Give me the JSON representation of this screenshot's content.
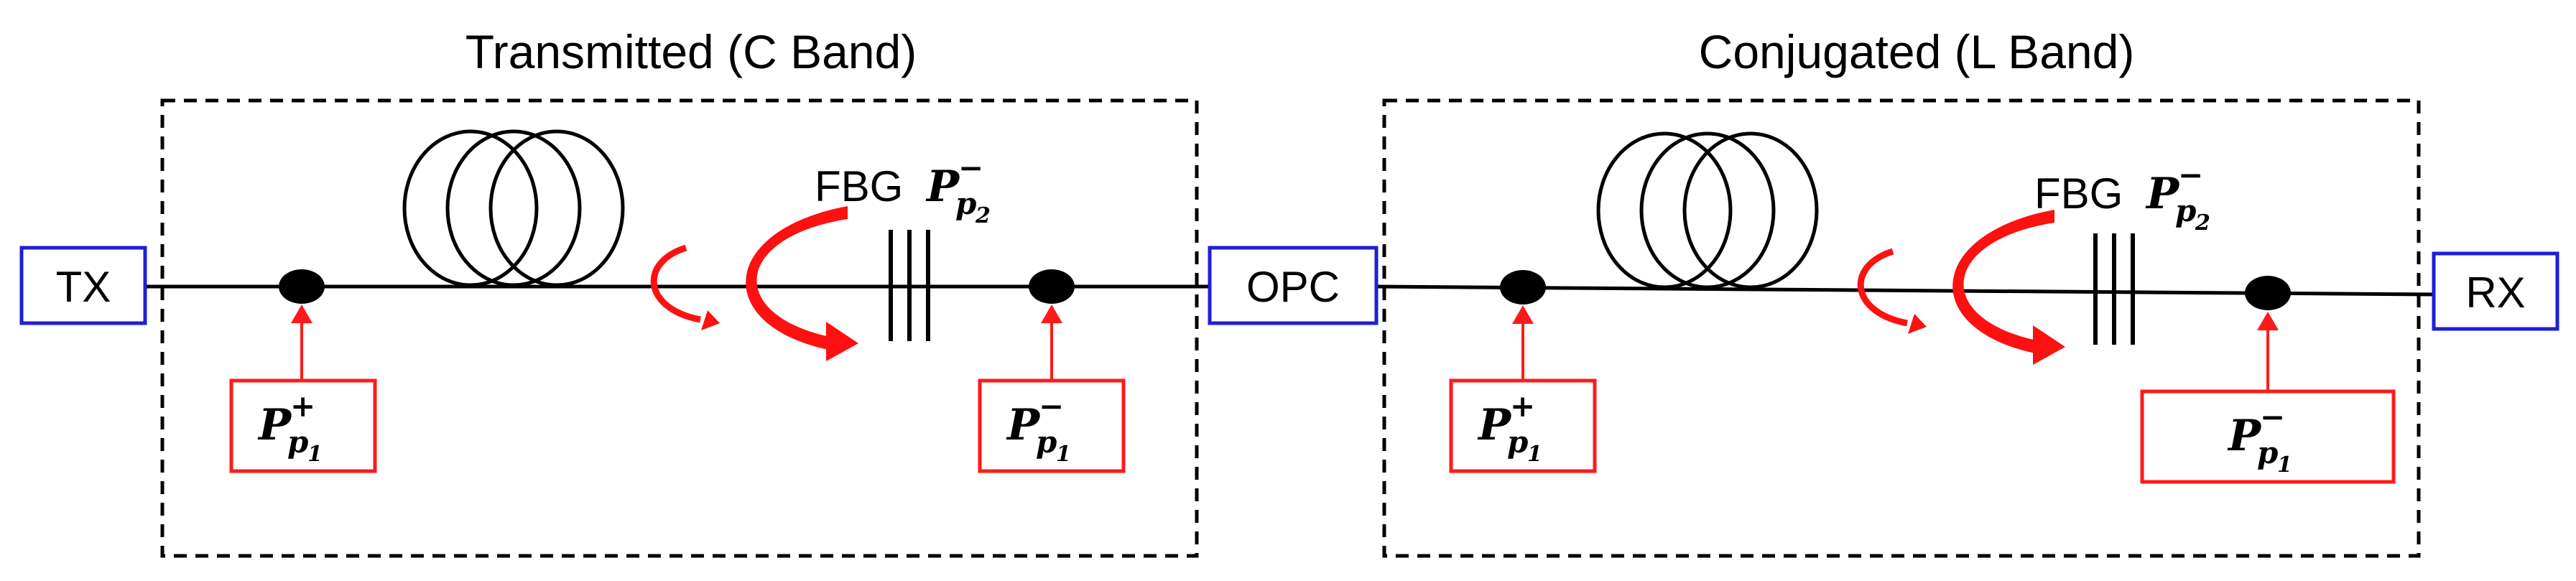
{
  "colors": {
    "line": "#000000",
    "box_blue": "#1f1fd6",
    "box_red": "#ff1a1a",
    "arrow_red": "#ff1010"
  },
  "sections": [
    {
      "title": "Transmitted (C Band)"
    },
    {
      "title": "Conjugated (L Band)"
    }
  ],
  "nodes": {
    "tx": "TX",
    "opc": "OPC",
    "rx": "RX"
  },
  "fbg_label": "FBG",
  "pump_symbols": {
    "p_plus_1": {
      "base": "P",
      "sup": "+",
      "sub": "p",
      "subsub": "1"
    },
    "p_minus_1": {
      "base": "P",
      "sup": "−",
      "sub": "p",
      "subsub": "1"
    },
    "p_minus_2": {
      "base": "P",
      "sup": "−",
      "sub": "p",
      "subsub": "2"
    }
  },
  "icons": {
    "fiber_spool": "fiber-coil-icon",
    "fbg_grating": "bragg-grating-icon",
    "reflection_arrows": "curved-reflection-arrow-icon"
  }
}
